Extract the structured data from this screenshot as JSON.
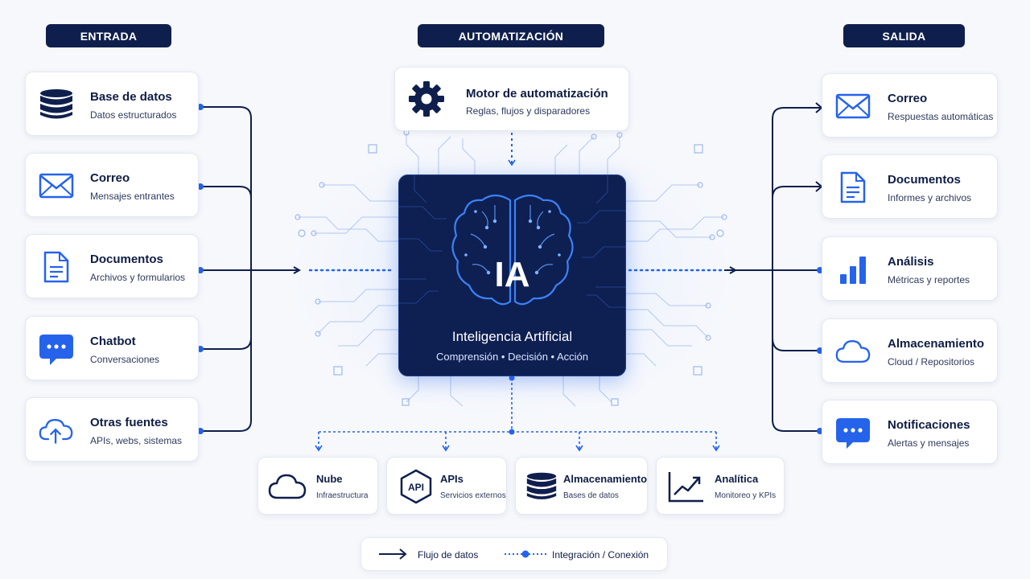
{
  "sections": {
    "input": "ENTRADA",
    "automation": "AUTOMATIZACIÓN",
    "output": "SALIDA"
  },
  "inputs": [
    {
      "title": "Base de datos",
      "subtitle": "Datos estructurados",
      "icon": "database-icon"
    },
    {
      "title": "Correo",
      "subtitle": "Mensajes entrantes",
      "icon": "mail-icon"
    },
    {
      "title": "Documentos",
      "subtitle": "Archivos y formularios",
      "icon": "document-icon"
    },
    {
      "title": "Chatbot",
      "subtitle": "Conversaciones",
      "icon": "chat-icon"
    },
    {
      "title": "Otras fuentes",
      "subtitle": "APIs, webs, sistemas",
      "icon": "cloud-upload-icon"
    }
  ],
  "engine": {
    "title": "Motor de automatización",
    "subtitle": "Reglas, flujos y disparadores",
    "icon": "gear-icon"
  },
  "ai_core": {
    "label": "IA",
    "name": "Inteligencia Artificial",
    "tagline": "Comprensión • Decisión • Acción",
    "icon": "brain-circuit-icon"
  },
  "outputs": [
    {
      "title": "Correo",
      "subtitle": "Respuestas automáticas",
      "icon": "mail-icon"
    },
    {
      "title": "Documentos",
      "subtitle": "Informes y archivos",
      "icon": "document-icon"
    },
    {
      "title": "Análisis",
      "subtitle": "Métricas y reportes",
      "icon": "bar-chart-icon"
    },
    {
      "title": "Almacenamiento",
      "subtitle": "Cloud / Repositorios",
      "icon": "cloud-icon"
    },
    {
      "title": "Notificaciones",
      "subtitle": "Alertas y mensajes",
      "icon": "chat-icon"
    }
  ],
  "integrations": [
    {
      "title": "Nube",
      "subtitle": "Infraestructura",
      "icon": "cloud-icon"
    },
    {
      "title": "APIs",
      "subtitle": "Servicios externos",
      "icon": "api-hexagon-icon",
      "icon_text": "API"
    },
    {
      "title": "Almacenamiento",
      "subtitle": "Bases de datos",
      "icon": "database-icon"
    },
    {
      "title": "Analítica",
      "subtitle": "Monitoreo y KPIs",
      "icon": "line-chart-icon"
    }
  ],
  "legend": {
    "data_flow": "Flujo de datos",
    "integration": "Integración / Conexión"
  },
  "colors": {
    "navy": "#0f1f4d",
    "accent": "#2563eb",
    "background": "#f6f8fc"
  }
}
